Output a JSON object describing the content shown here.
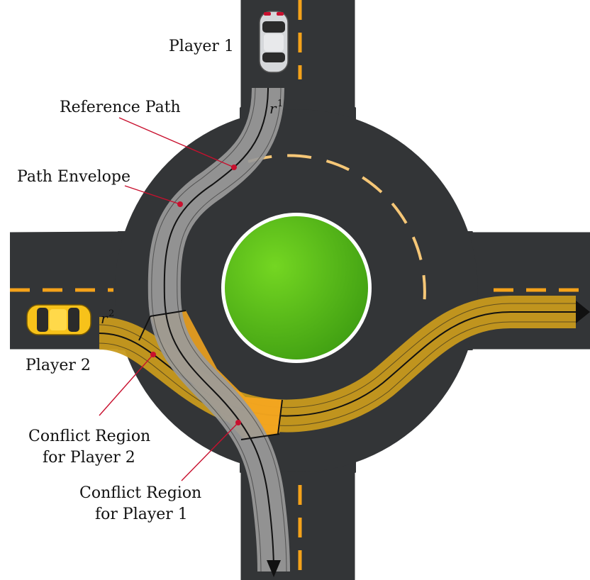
{
  "labels": {
    "player1": "Player 1",
    "player2": "Player 2",
    "reference_path": "Reference Path",
    "path_envelope": "Path Envelope",
    "conflict_p2_line1": "Conflict Region",
    "conflict_p2_line2": "for Player 2",
    "conflict_p1_line1": "Conflict Region",
    "conflict_p1_line2": "for Player 1"
  },
  "paths": {
    "r1_symbol": "r",
    "r1_sup": "1",
    "r2_symbol": "r",
    "r2_sup": "2"
  },
  "colors": {
    "road": "#333537",
    "road_edge": "#ffffff",
    "lane_mark": "#f5a21a",
    "island": "#5cc21a",
    "envelope_p1": "#9a9a9a",
    "envelope_p2": "#c89a1c",
    "conflict": "#f2a51f",
    "annotation": "#c8102e",
    "car_p1": "#d6d8db",
    "car_p2": "#f7c21a"
  },
  "icons": {
    "player1_car": "car-icon",
    "player2_car": "car-icon"
  }
}
